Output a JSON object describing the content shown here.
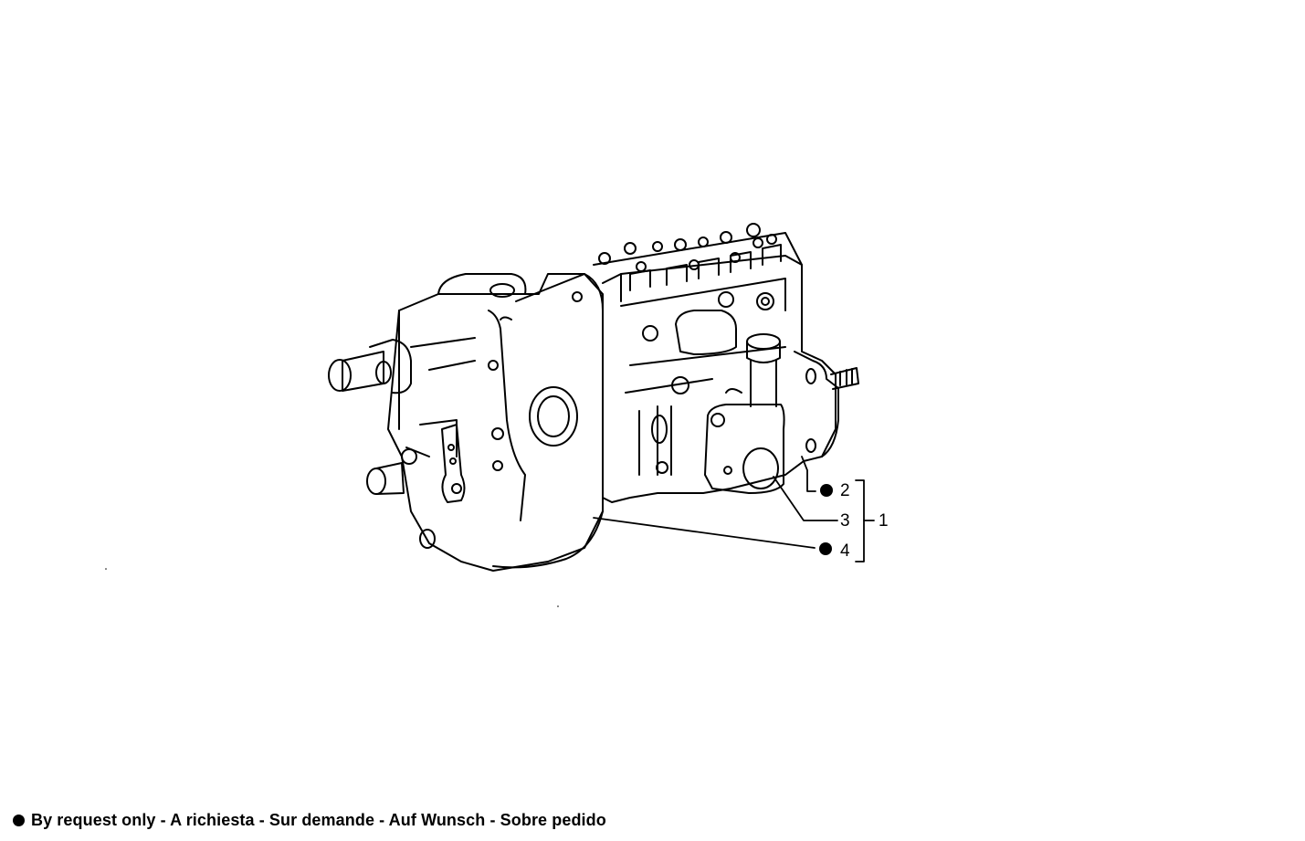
{
  "diagram": {
    "subject": "fuel injection pump assembly (exploded parts illustration)",
    "colors": {
      "line": "#000000",
      "background": "#ffffff"
    },
    "assembly": {
      "number": "1"
    },
    "callouts": [
      {
        "number": "2",
        "marker": "by-request-dot",
        "by_request": true
      },
      {
        "number": "3",
        "marker": "none",
        "by_request": false
      },
      {
        "number": "4",
        "marker": "by-request-dot",
        "by_request": true
      }
    ]
  },
  "legend": {
    "marker": "black-dot",
    "text": "By request only - A richiesta - Sur demande - Auf Wunsch - Sobre pedido"
  }
}
